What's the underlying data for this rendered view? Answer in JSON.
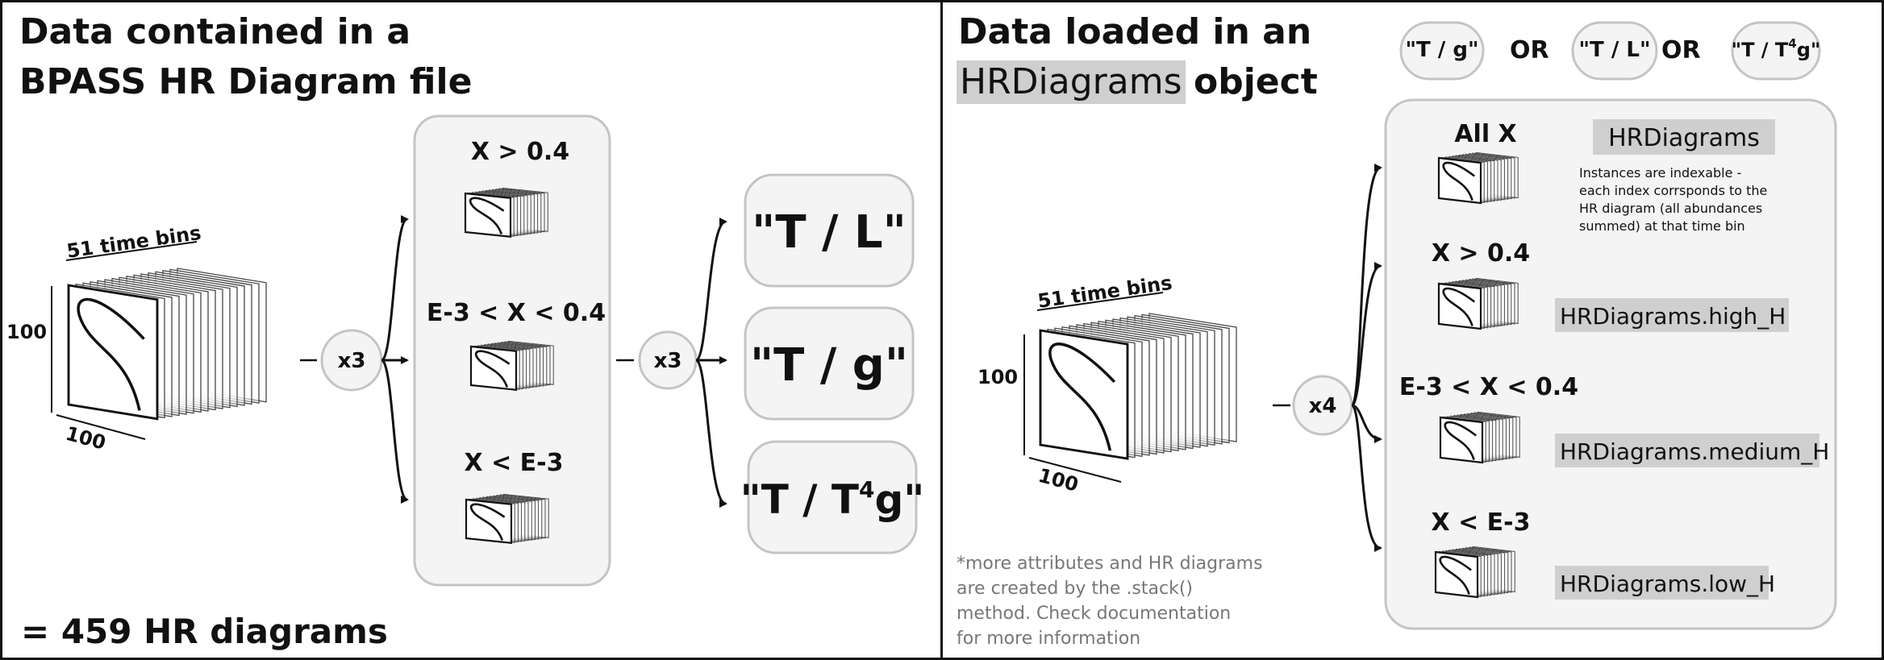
{
  "left_panel": {
    "title_line1": "Data contained in a",
    "title_line2": "BPASS HR Diagram file",
    "time_bins_label": "51 time bins",
    "dim_y_label": "100",
    "dim_x_label": "100",
    "multiplier_1": "x3",
    "abundance_labels": [
      "X > 0.4",
      "E-3 < X < 0.4",
      "X < E-3"
    ],
    "multiplier_2": "x3",
    "diagram_types": [
      "\"T / L\"",
      "\"T / g\""
    ],
    "diagram_type_3_prefix": "\"T / T",
    "diagram_type_3_sup": "4",
    "diagram_type_3_suffix": "g\"",
    "total": "= 459 HR diagrams"
  },
  "right_panel": {
    "title_line1": "Data loaded in an",
    "title_highlight": "HRDiagrams",
    "title_suffix": "object",
    "options": {
      "opt1": "\"T / g\"",
      "or_1": "OR",
      "opt2": "\"T / L\"",
      "or_2": "OR",
      "opt3_prefix": "\"T / T",
      "opt3_sup": "4",
      "opt3_suffix": "g\""
    },
    "time_bins_label": "51 time bins",
    "dim_y_label": "100",
    "dim_x_label": "100",
    "multiplier": "x4",
    "groups": [
      {
        "label": "All X",
        "attribute": "HRDiagrams"
      },
      {
        "label": "X > 0.4",
        "attribute": "HRDiagrams.high_H"
      },
      {
        "label": "E-3 < X < 0.4",
        "attribute": "HRDiagrams.medium_H"
      },
      {
        "label": "X < E-3",
        "attribute": "HRDiagrams.low_H"
      }
    ],
    "description_lines": [
      "Instances are indexable -",
      "each index corrsponds to the",
      "HR diagram (all abundances",
      "summed) at that time bin"
    ],
    "footnote_lines": [
      "*more attributes and HR diagrams",
      "are created by the .stack()",
      "method. Check documentation",
      "for more information"
    ]
  }
}
